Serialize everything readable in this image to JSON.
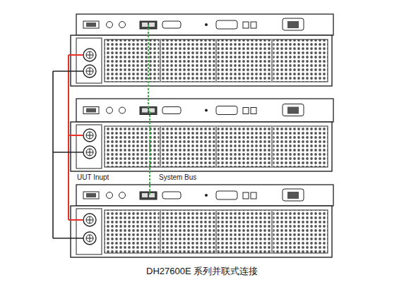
{
  "diagram": {
    "caption": "DH27600E 系列并联式连接",
    "labels": [
      "UUT Inupt",
      "System Bus"
    ]
  }
}
